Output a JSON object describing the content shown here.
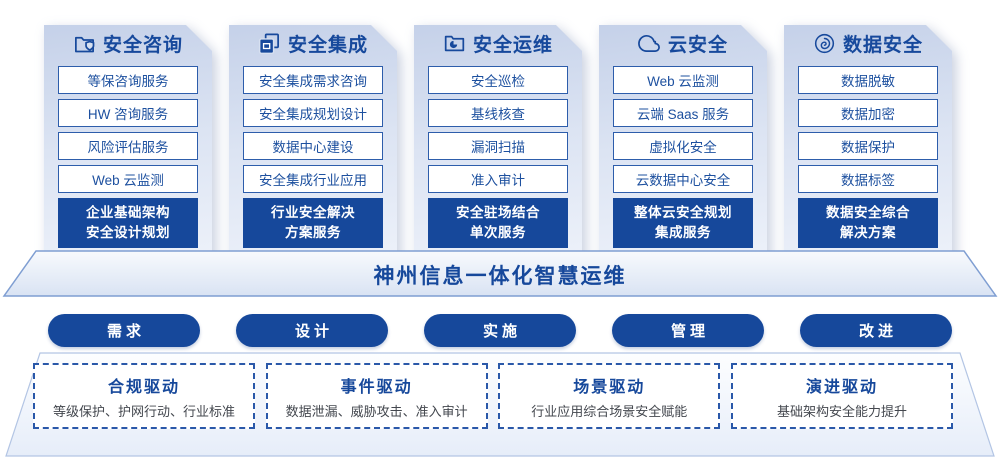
{
  "colors": {
    "primary": "#17499c",
    "solid_box_bg": "#16489b",
    "item_border": "#2d5dab",
    "card_gradient_top": "#c5d1e9",
    "card_gradient_bottom": "#eef2fa",
    "driver_desc_text": "#43474e"
  },
  "columns": [
    {
      "icon": "folder-shield-icon",
      "title": "安全咨询",
      "items": [
        "等保咨询服务",
        "HW 咨询服务",
        "风险评估服务",
        "Web 云监测"
      ],
      "highlight": [
        "企业基础架构",
        "安全设计规划"
      ]
    },
    {
      "icon": "copy-docs-icon",
      "title": "安全集成",
      "items": [
        "安全集成需求咨询",
        "安全集成规划设计",
        "数据中心建设",
        "安全集成行业应用"
      ],
      "highlight": [
        "行业安全解决",
        "方案服务"
      ]
    },
    {
      "icon": "folder-pie-icon",
      "title": "安全运维",
      "items": [
        "安全巡检",
        "基线核查",
        "漏洞扫描",
        "准入审计"
      ],
      "highlight": [
        "安全驻场结合",
        "单次服务"
      ]
    },
    {
      "icon": "cloud-icon",
      "title": "云安全",
      "items": [
        "Web 云监测",
        "云端 Saas 服务",
        "虚拟化安全",
        "云数据中心安全"
      ],
      "highlight": [
        "整体云安全规划",
        "集成服务"
      ]
    },
    {
      "icon": "fingerprint-icon",
      "title": "数据安全",
      "items": [
        "数据脱敏",
        "数据加密",
        "数据保护",
        "数据标签"
      ],
      "highlight": [
        "数据安全综合",
        "解决方案"
      ]
    }
  ],
  "banner": {
    "title": "神州信息一体化智慧运维"
  },
  "process": {
    "steps": [
      "需求",
      "设计",
      "实施",
      "管理",
      "改进"
    ]
  },
  "drivers": [
    {
      "title": "合规驱动",
      "desc": "等级保护、护网行动、行业标准"
    },
    {
      "title": "事件驱动",
      "desc": "数据泄漏、威胁攻击、准入审计"
    },
    {
      "title": "场景驱动",
      "desc": "行业应用综合场景安全赋能"
    },
    {
      "title": "演进驱动",
      "desc": "基础架构安全能力提升"
    }
  ]
}
